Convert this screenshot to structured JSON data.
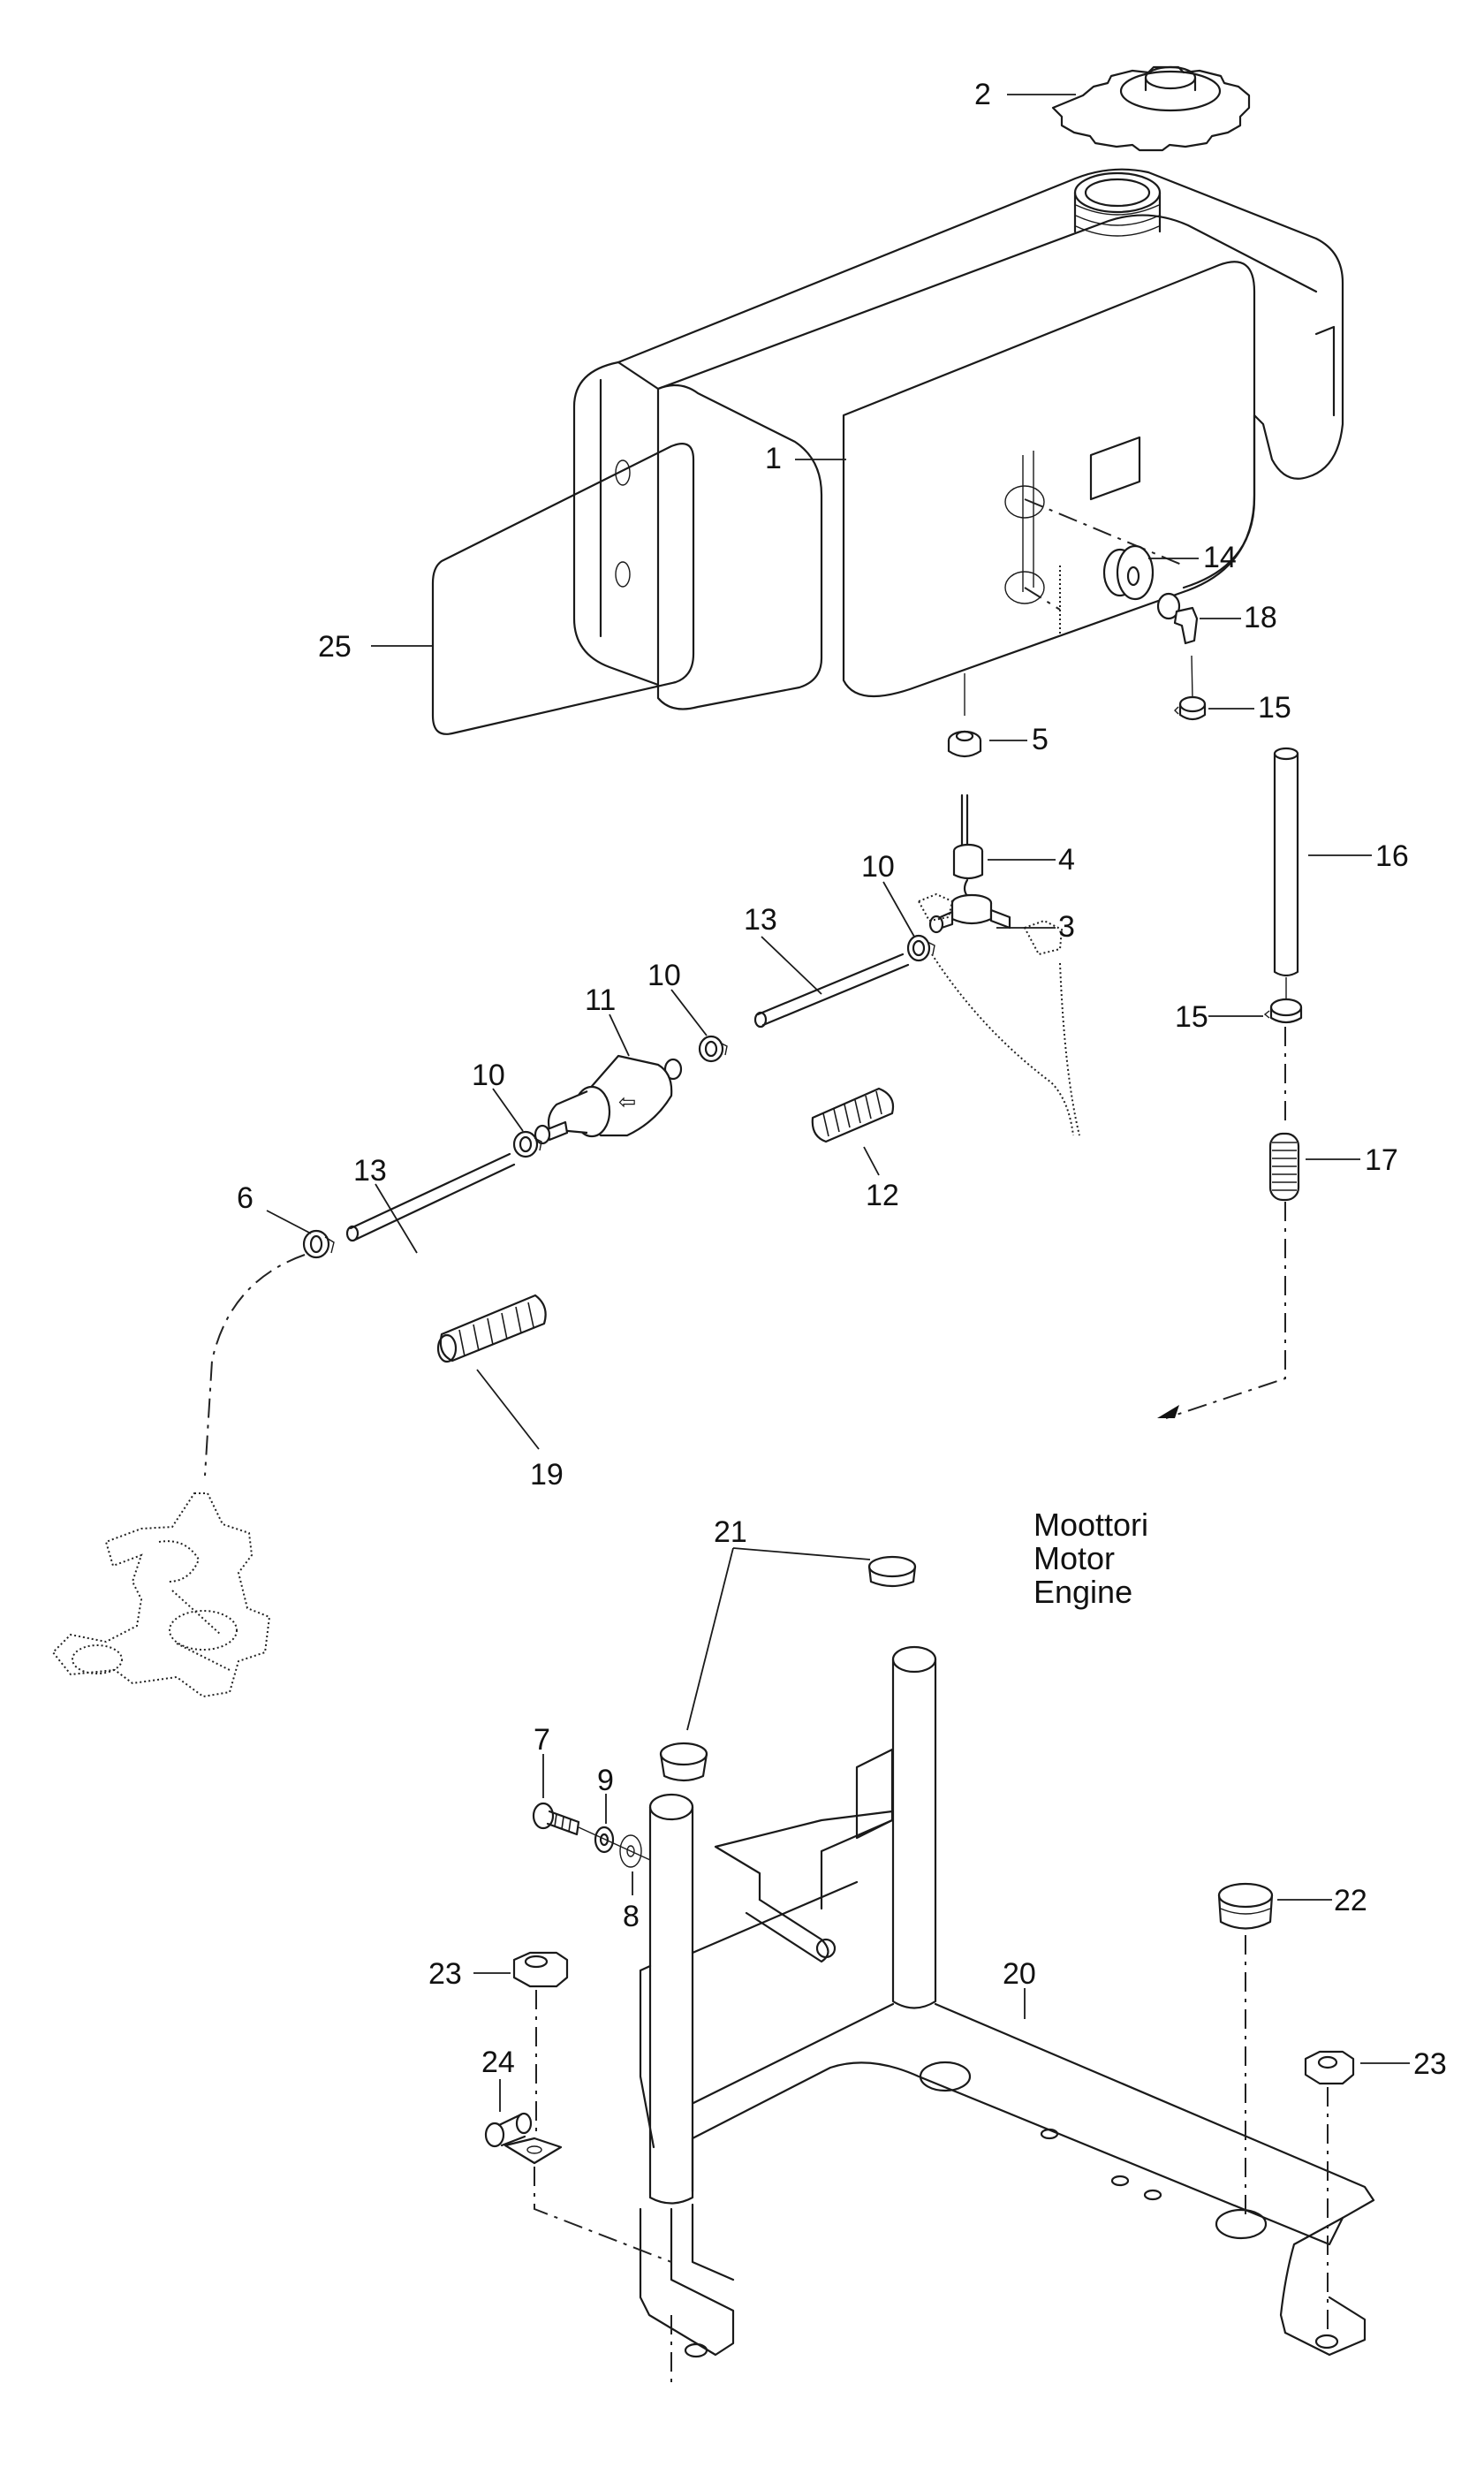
{
  "diagram": {
    "title": "Fuel tank and frame assembly — exploded parts view",
    "callouts": [
      {
        "id": "c1",
        "label": "1",
        "part": "fuel-tank"
      },
      {
        "id": "c2",
        "label": "2",
        "part": "fuel-cap"
      },
      {
        "id": "c3",
        "label": "3",
        "part": "fuel-valve"
      },
      {
        "id": "c4",
        "label": "4",
        "part": "valve-grommet"
      },
      {
        "id": "c5",
        "label": "5",
        "part": "tank-bushing"
      },
      {
        "id": "c6",
        "label": "6",
        "part": "hose-clamp-carburetor"
      },
      {
        "id": "c7",
        "label": "7",
        "part": "bolt"
      },
      {
        "id": "c8",
        "label": "8",
        "part": "flat-washer"
      },
      {
        "id": "c9",
        "label": "9",
        "part": "lock-washer"
      },
      {
        "id": "c10a",
        "label": "10",
        "part": "hose-clamp"
      },
      {
        "id": "c10b",
        "label": "10",
        "part": "hose-clamp"
      },
      {
        "id": "c10c",
        "label": "10",
        "part": "hose-clamp"
      },
      {
        "id": "c11",
        "label": "11",
        "part": "fuel-filter"
      },
      {
        "id": "c12",
        "label": "12",
        "part": "spring-guard"
      },
      {
        "id": "c13a",
        "label": "13",
        "part": "fuel-hose"
      },
      {
        "id": "c13b",
        "label": "13",
        "part": "fuel-hose"
      },
      {
        "id": "c14",
        "label": "14",
        "part": "vent-grommet"
      },
      {
        "id": "c15a",
        "label": "15",
        "part": "vent-hose-clamp"
      },
      {
        "id": "c15b",
        "label": "15",
        "part": "vent-hose-clamp"
      },
      {
        "id": "c16",
        "label": "16",
        "part": "vent-hose"
      },
      {
        "id": "c17",
        "label": "17",
        "part": "vent-spring-guard"
      },
      {
        "id": "c18",
        "label": "18",
        "part": "elbow-fitting"
      },
      {
        "id": "c19",
        "label": "19",
        "part": "hose-guard"
      },
      {
        "id": "c20",
        "label": "20",
        "part": "tank-frame"
      },
      {
        "id": "c21",
        "label": "21",
        "part": "tube-caps"
      },
      {
        "id": "c22",
        "label": "22",
        "part": "rubber-mount"
      },
      {
        "id": "c23a",
        "label": "23",
        "part": "hex-nut"
      },
      {
        "id": "c23b",
        "label": "23",
        "part": "hex-nut"
      },
      {
        "id": "c24",
        "label": "24",
        "part": "hose-clip"
      },
      {
        "id": "c25",
        "label": "25",
        "part": "decal-label"
      }
    ],
    "engine_note": {
      "line1": "Moottori",
      "line2": "Motor",
      "line3": "Engine"
    },
    "filter_arrow_glyph": "⇦"
  }
}
